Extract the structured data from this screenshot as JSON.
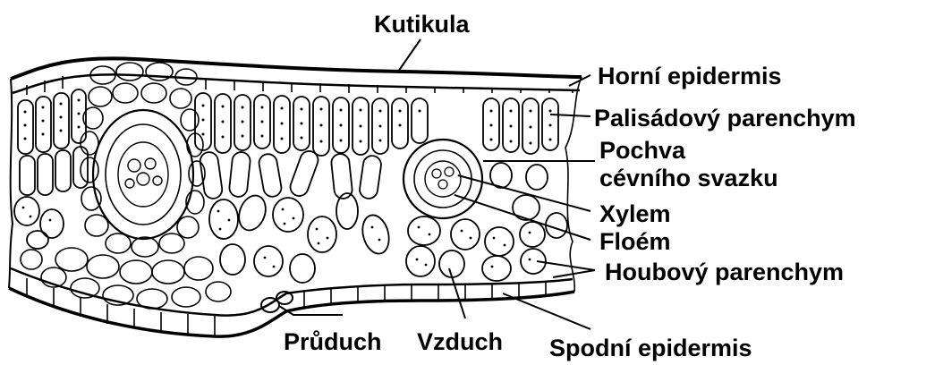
{
  "labels": {
    "kutikula": "Kutikula",
    "horni_epidermis": "Horní epidermis",
    "palisadovy": "Palisádový parenchym",
    "pochva_1": "Pochva",
    "pochva_2": "cévního svazku",
    "xylem": "Xylem",
    "floem": "Floém",
    "houbovy": "Houbový parenchym",
    "pruduch": "Průduch",
    "vzduch": "Vzduch",
    "spodni_epidermis": "Spodní epidermis"
  },
  "colors": {
    "ink": "#000000",
    "background": "#ffffff"
  }
}
